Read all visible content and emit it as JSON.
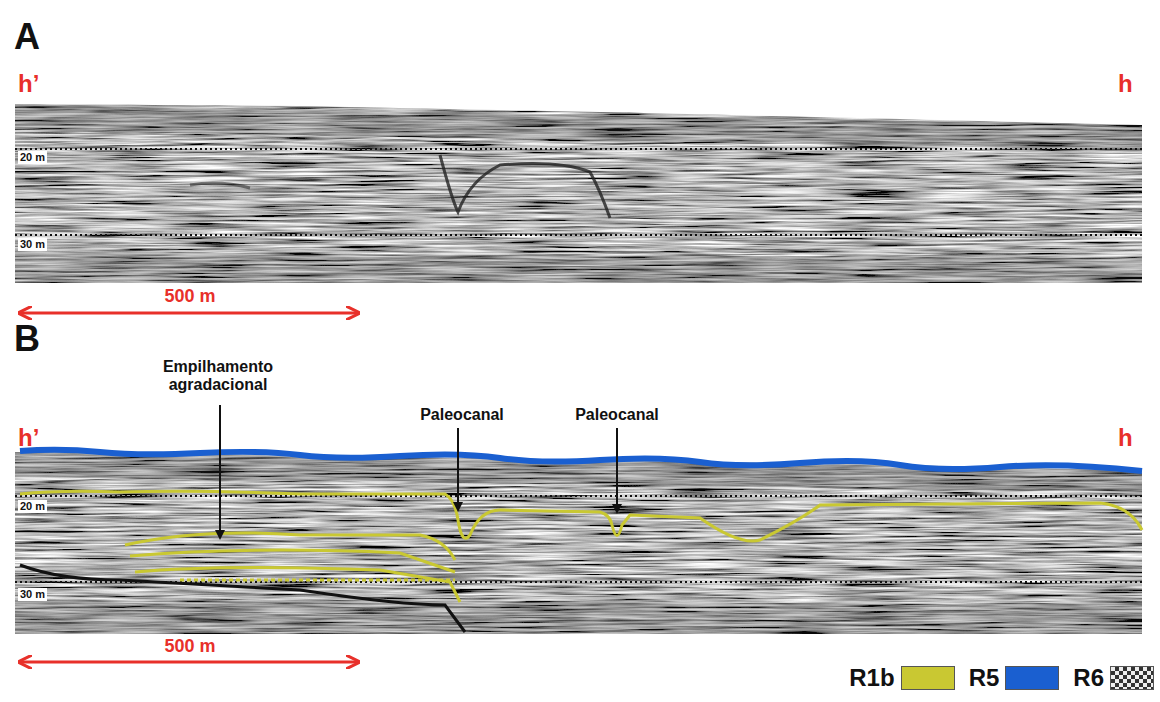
{
  "diagram": {
    "labels": [
      "A",
      "h’",
      "h",
      "20 m",
      "30 m",
      "500 m",
      "B",
      "h’",
      "h",
      "Empilhamento agradacional",
      "Paleocanal",
      "Paleocanal",
      "20 m",
      "30 m",
      "500 m"
    ],
    "legend": [
      {
        "text": "R1b",
        "color": "#c9c832"
      },
      {
        "text": "R5",
        "color": "#1a5fd0"
      },
      {
        "text": "R6"
      }
    ]
  }
}
